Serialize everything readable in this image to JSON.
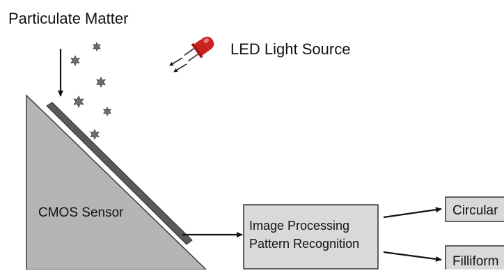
{
  "labels": {
    "particulate": "Particulate Matter",
    "led": "LED Light Source",
    "cmos": "CMOS Sensor",
    "processing_line1": "Image Processing",
    "processing_line2": "Pattern Recognition",
    "out_circular": "Circular",
    "out_filliform": "Filliform"
  },
  "colors": {
    "sensor_fill": "#b5b5b5",
    "sensor_edge": "#3c3c3c",
    "sensor_strip": "#5a5a5a",
    "box_fill": "#d9d9d9",
    "box_edge": "#333333",
    "particle": "#6e6e6e",
    "led_red": "#c9211e",
    "arrow": "#111111"
  },
  "icons": {
    "particles": "star-particle-icon",
    "light_source": "led-icon",
    "light_rays": "light-ray-arrows-icon"
  }
}
